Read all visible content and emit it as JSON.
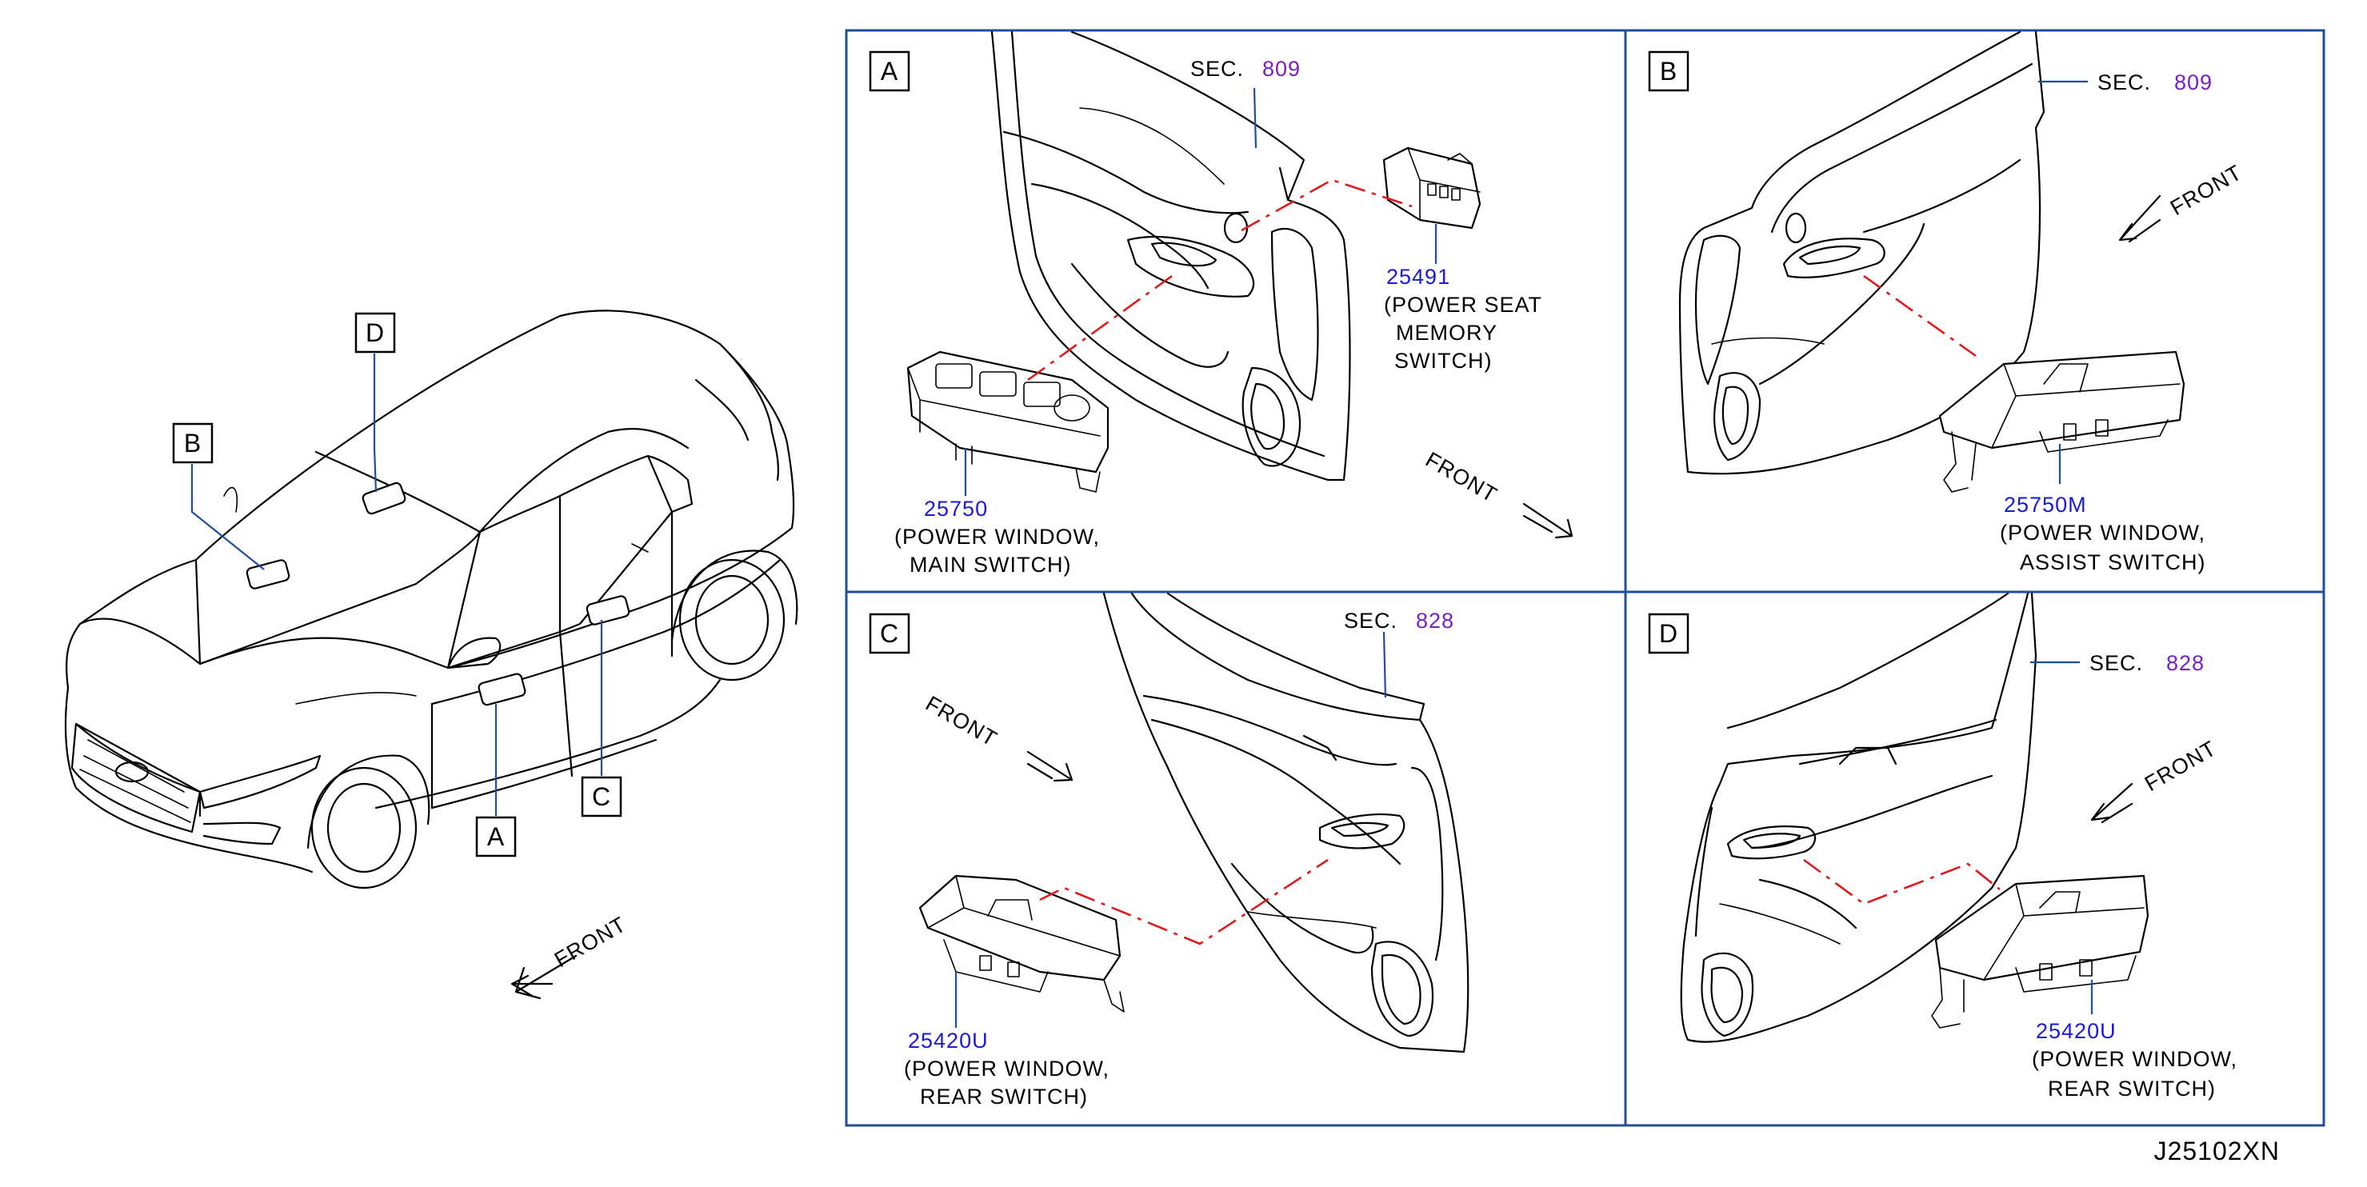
{
  "colors": {
    "frame": "#1f4f9a",
    "part_number": "#1a1adc",
    "section_ref": "#7a1fc4",
    "dash_line": "#e0191b",
    "ink": "#000000"
  },
  "overview": {
    "callouts": [
      "A",
      "B",
      "C",
      "D"
    ],
    "front_label": "FRONT"
  },
  "panels": {
    "A": {
      "letter": "A",
      "sec_label": "SEC.",
      "sec_number": "809",
      "front_label": "FRONT",
      "parts": [
        {
          "number": "25491",
          "desc": [
            "(POWER  SEAT",
            "MEMORY",
            "SWITCH)"
          ]
        },
        {
          "number": "25750",
          "desc": [
            "(POWER  WINDOW,",
            "MAIN  SWITCH)"
          ]
        }
      ]
    },
    "B": {
      "letter": "B",
      "sec_label": "SEC.",
      "sec_number": "809",
      "front_label": "FRONT",
      "parts": [
        {
          "number": "25750M",
          "desc": [
            "(POWER  WINDOW,",
            "ASSIST  SWITCH)"
          ]
        }
      ]
    },
    "C": {
      "letter": "C",
      "sec_label": "SEC.",
      "sec_number": "828",
      "front_label": "FRONT",
      "parts": [
        {
          "number": "25420U",
          "desc": [
            "(POWER  WINDOW,",
            "REAR  SWITCH)"
          ]
        }
      ]
    },
    "D": {
      "letter": "D",
      "sec_label": "SEC.",
      "sec_number": "828",
      "front_label": "FRONT",
      "parts": [
        {
          "number": "25420U",
          "desc": [
            "(POWER  WINDOW,",
            "REAR  SWITCH)"
          ]
        }
      ]
    }
  },
  "drawing_code": "J25102XN"
}
